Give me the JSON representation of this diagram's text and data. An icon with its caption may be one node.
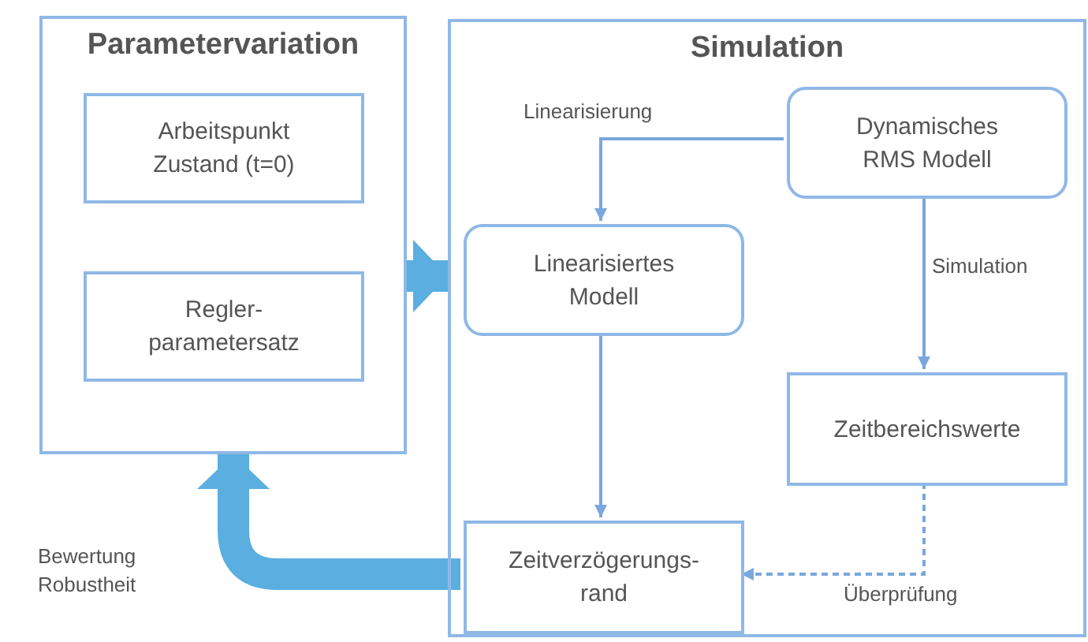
{
  "diagram": {
    "nodes": [
      {
        "text": [
          "Parametervariation"
        ]
      },
      {
        "text": [
          "Arbeitspunkt Zustand (t=0)"
        ],
        "in": 0
      },
      {
        "text": [
          "Regler- parametersatz"
        ],
        "in": 0
      },
      {
        "text": [
          "Simulation"
        ]
      },
      {
        "text": [
          "Dynamisches RMS Modell"
        ],
        "in": 3
      },
      {
        "text": [
          "Linearisiertes Modell"
        ],
        "in": 3
      },
      {
        "text": [
          "Zeitbereichswerte"
        ],
        "in": 3
      },
      {
        "text": [
          "Zeitverzögerungs- rand"
        ],
        "in": 3
      }
    ],
    "edges": [
      {
        "from": 0,
        "to": 3,
        "arrow": "to",
        "style": "thick",
        "color": "#5aaee0"
      },
      {
        "from": 4,
        "to": 5,
        "arrow": "to",
        "label": "Linearisierung"
      },
      {
        "from": 4,
        "to": 6,
        "arrow": "to",
        "label": "Simulation"
      },
      {
        "from": 5,
        "to": 7,
        "arrow": "to"
      },
      {
        "from": 6,
        "to": 7,
        "arrow": "to",
        "style": "dashed",
        "label": "Überprüfung"
      },
      {
        "from": 7,
        "to": 0,
        "arrow": "to",
        "style": "thick",
        "color": "#5aaee0",
        "label": "Bewertung Robustheit"
      }
    ]
  }
}
